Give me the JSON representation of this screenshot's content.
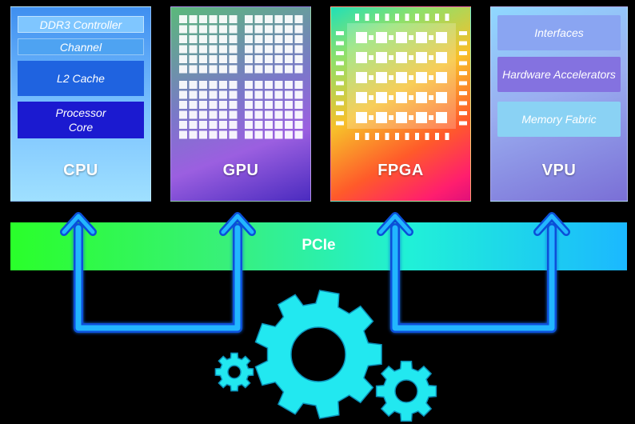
{
  "cpu": {
    "title": "CPU",
    "ddr": "DDR3 Controller",
    "channel": "Channel",
    "l2": "L2 Cache",
    "core_line1": "Processor",
    "core_line2": "Core"
  },
  "gpu": {
    "title": "GPU"
  },
  "fpga": {
    "title": "FPGA"
  },
  "vpu": {
    "title": "VPU",
    "item1": "Interfaces",
    "item2": "Hardware Accelerators",
    "item3": "Memory Fabric"
  },
  "bus": {
    "label": "PCIe"
  },
  "colors": {
    "arrow": "#1aa8ff",
    "gear": "#22e8f0",
    "pcie_start": "#2aff2a",
    "pcie_end": "#1bb8ff"
  }
}
